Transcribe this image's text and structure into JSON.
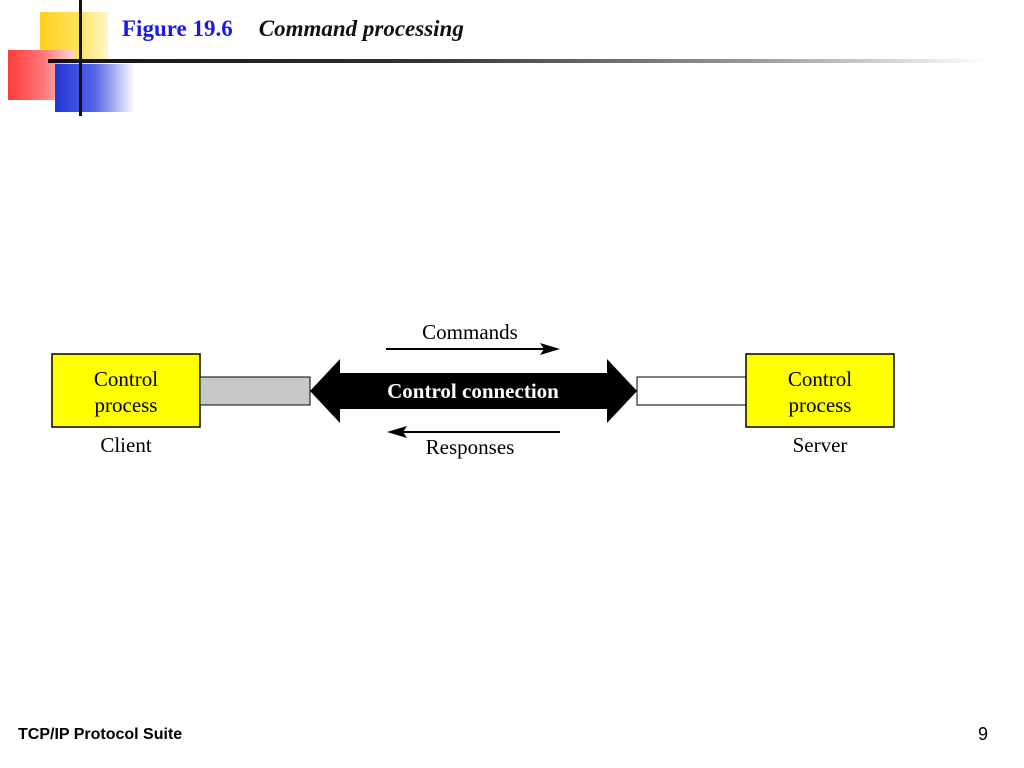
{
  "slide": {
    "figure_number": "Figure 19.6",
    "caption": "Command processing",
    "footer_text": "TCP/IP Protocol Suite",
    "page_number": "9"
  },
  "diagram": {
    "client": {
      "box_line1": "Control",
      "box_line2": "process",
      "label": "Client"
    },
    "server": {
      "box_line1": "Control",
      "box_line2": "process",
      "label": "Server"
    },
    "connection_label": "Control connection",
    "commands_label": "Commands",
    "responses_label": "Responses",
    "colors": {
      "process_box": "#ffff00",
      "client_pipe": "#c8c8c8",
      "server_pipe": "#ffffff",
      "connection_arrow": "#000000"
    }
  }
}
